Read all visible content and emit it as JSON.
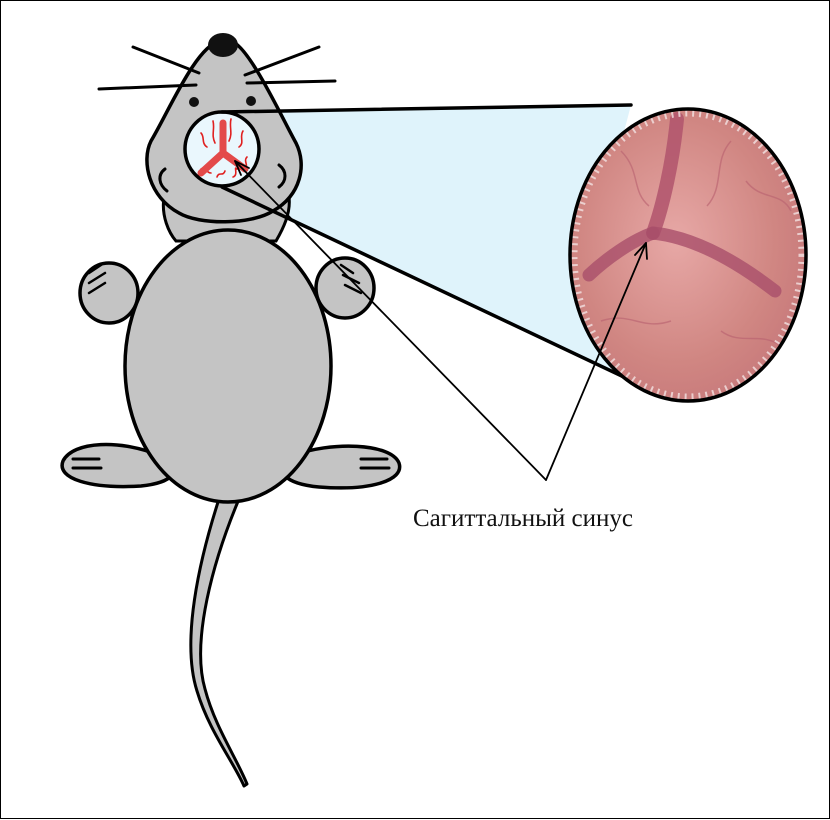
{
  "annotation": {
    "label": "Сагиттальный синус"
  },
  "colors": {
    "body_fill": "#c4c4c4",
    "outline": "#000000",
    "magnifier_fill": "#dff3fb",
    "tissue": "#d28c8c",
    "sinus": "#b0536c",
    "vessel": "#e02020"
  },
  "icons": {
    "subject": "mouse-illustration",
    "magnifier": "magnified-skull-view"
  }
}
